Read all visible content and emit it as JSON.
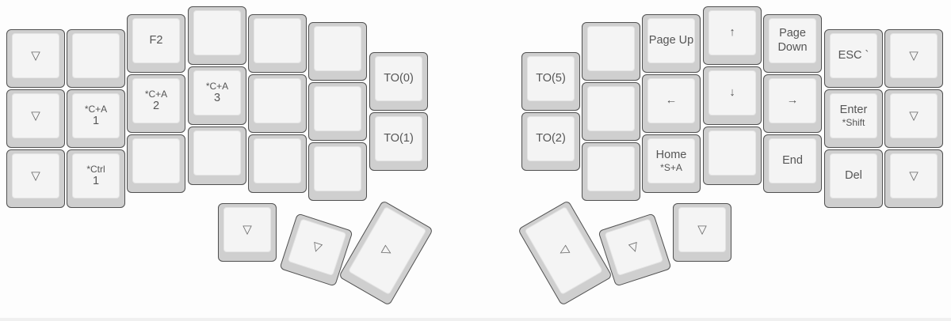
{
  "left": {
    "keys": [
      {
        "main": "▽"
      },
      {
        "main": "▽"
      },
      {
        "main": "▽"
      },
      {
        "main": ""
      },
      {
        "top": "*C+A",
        "main": "1"
      },
      {
        "top": "*Ctrl",
        "main": "1"
      },
      {
        "main": "F2"
      },
      {
        "top": "*C+A",
        "main": "2"
      },
      {
        "main": ""
      },
      {
        "main": ""
      },
      {
        "top": "*C+A",
        "main": "3"
      },
      {
        "main": ""
      },
      {
        "main": ""
      },
      {
        "main": ""
      },
      {
        "main": ""
      },
      {
        "main": ""
      },
      {
        "main": ""
      },
      {
        "main": ""
      },
      {
        "main": "TO(0)"
      },
      {
        "main": "TO(1)"
      },
      {
        "main": "▽"
      },
      {
        "main": "▽"
      },
      {
        "main": "▷"
      }
    ]
  },
  "right": {
    "keys": [
      {
        "main": "TO(5)"
      },
      {
        "main": "TO(2)"
      },
      {
        "main": ""
      },
      {
        "main": ""
      },
      {
        "main": ""
      },
      {
        "main": "Page Up"
      },
      {
        "main": "←"
      },
      {
        "main": "Home",
        "bottom": "*S+A"
      },
      {
        "main": "↑"
      },
      {
        "main": "↓"
      },
      {
        "main": ""
      },
      {
        "main": "Page Down"
      },
      {
        "main": "→"
      },
      {
        "main": "End"
      },
      {
        "main": "ESC `"
      },
      {
        "main": "Enter",
        "bottom": "*Shift"
      },
      {
        "main": "Del"
      },
      {
        "main": "▽"
      },
      {
        "main": "▽"
      },
      {
        "main": "▽"
      },
      {
        "main": "◁"
      },
      {
        "main": "▽"
      },
      {
        "main": "▽"
      }
    ]
  }
}
